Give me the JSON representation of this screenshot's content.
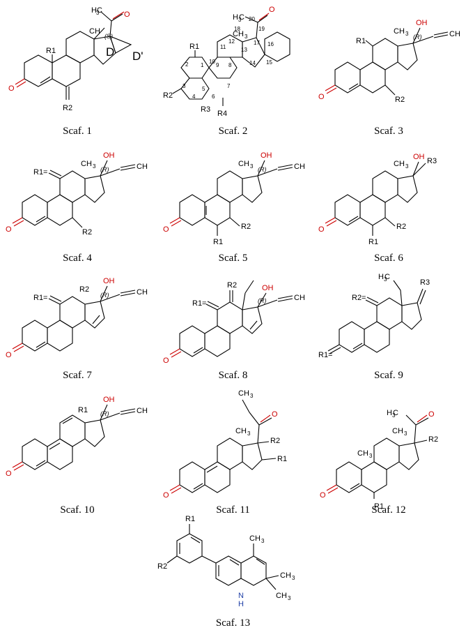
{
  "captions": [
    "Scaf. 1",
    "Scaf. 2",
    "Scaf. 3",
    "Scaf. 4",
    "Scaf. 5",
    "Scaf. 6",
    "Scaf. 7",
    "Scaf. 8",
    "Scaf. 9",
    "Scaf. 10",
    "Scaf. 11",
    "Scaf. 12",
    "Scaf. 13"
  ],
  "labels": {
    "O": "O",
    "OH": "OH",
    "CH": "CH",
    "CH3": "CH",
    "H3C": "H",
    "R1": "R1",
    "R2": "R2",
    "R3": "R3",
    "R4": "R4",
    "S": "(S)",
    "R": "(R)",
    "D": "D",
    "Dp": "D'",
    "NH": "N",
    "H": "H",
    "sub3": "3",
    "C": "C"
  },
  "numbers": [
    "1",
    "2",
    "3",
    "4",
    "5",
    "6",
    "7",
    "8",
    "9",
    "10",
    "11",
    "12",
    "13",
    "14",
    "15",
    "16",
    "17",
    "18",
    "19",
    "20"
  ]
}
